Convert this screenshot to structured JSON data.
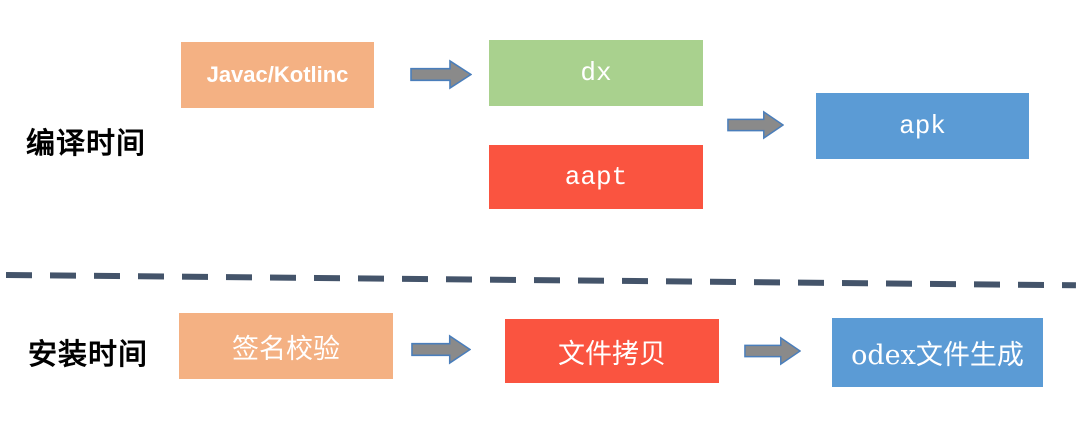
{
  "diagram": {
    "title_semantic": "android-apk-build-and-install-flow",
    "rows": [
      {
        "label": "编译时间",
        "boxes": [
          {
            "label": "Javac/Kotlinc",
            "color": "#F4B183"
          },
          {
            "label": "dx",
            "color": "#A9D18E"
          },
          {
            "label": "aapt",
            "color": "#FA5440"
          },
          {
            "label": "apk",
            "color": "#5B9BD5"
          }
        ]
      },
      {
        "label": "安装时间",
        "boxes": [
          {
            "label": "签名校验",
            "color": "#F4B183"
          },
          {
            "label": "文件拷贝",
            "color": "#FA5440"
          },
          {
            "label": "odex文件生成",
            "color": "#5B9BD5"
          }
        ]
      }
    ],
    "divider": {
      "style": "dashed",
      "color": "#44546A"
    },
    "arrow": {
      "direction": "right",
      "fill": "#8A8A8A",
      "stroke": "#4A7EBB"
    },
    "text_color_boxes": "#FFFFFF",
    "text_color_labels": "#000000",
    "background": "#FFFFFF"
  }
}
